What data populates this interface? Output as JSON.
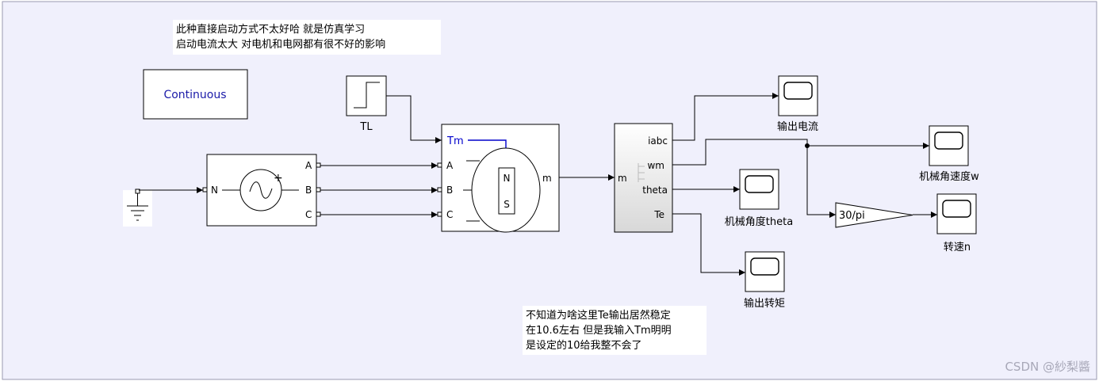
{
  "annotations": {
    "top_note": [
      "此种直接启动方式不太好哈 就是仿真学习",
      "启动电流太大 对电机和电网都有很不好的影响"
    ],
    "bottom_note": [
      "不知道为啥这里Te输出居然稳定",
      "在10.6左右 但是我输入Tm明明",
      "是设定的10给我整不会了"
    ]
  },
  "blocks": {
    "powergui": {
      "label": "Continuous"
    },
    "step": {
      "label": "TL"
    },
    "source": {
      "port_n": "N",
      "port_a": "A",
      "port_b": "B",
      "port_c": "C",
      "plus": "+"
    },
    "motor": {
      "port_tm": "Tm",
      "port_a": "A",
      "port_b": "B",
      "port_c": "C",
      "port_m": "m",
      "pole_n": "N",
      "pole_s": "S"
    },
    "demux": {
      "port_in": "m",
      "out_iabc": "iabc",
      "out_wm": "wm",
      "out_theta": "theta",
      "out_te": "Te"
    },
    "scope_current": {
      "label": "输出电流"
    },
    "scope_speed_w": {
      "label": "机械角速度w"
    },
    "scope_theta": {
      "label": "机械角度theta"
    },
    "scope_speed_n": {
      "label": "转速n"
    },
    "scope_torque": {
      "label": "输出转矩"
    },
    "gain": {
      "label": "30/pi"
    }
  },
  "watermark": "CSDN @紗梨醬",
  "colors": {
    "canvas_bg": "#f0f0fc",
    "powergui_text": "#1a1aa8",
    "tm_signal": "#0000cc"
  }
}
